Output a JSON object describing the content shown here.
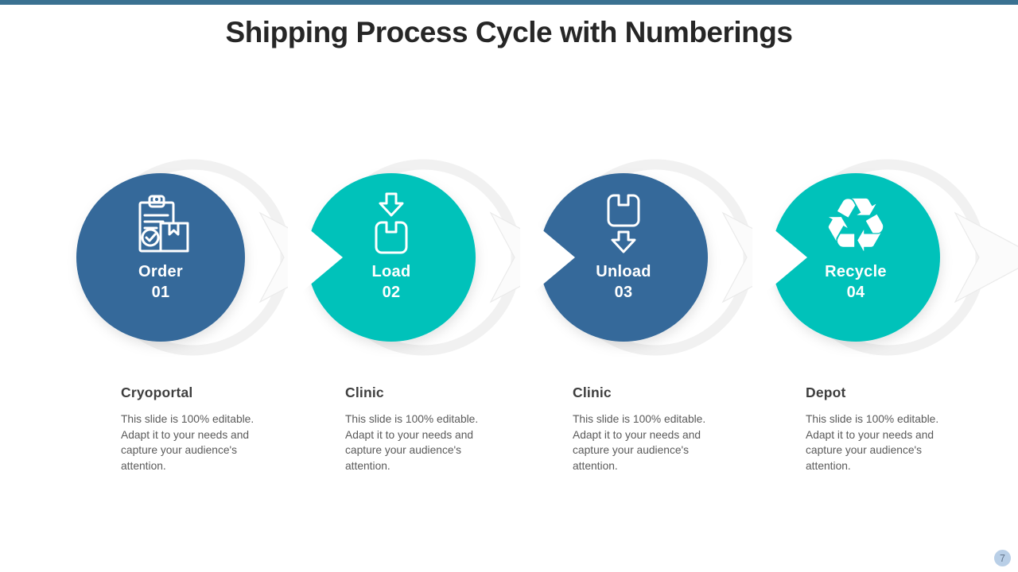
{
  "slide": {
    "title": "Shipping Process Cycle with Numberings",
    "page_number": "7",
    "icons": {
      "recycle_glyph": "♻"
    },
    "colors": {
      "top_bar": "#3A7191",
      "step_dark_blue": "#35699A",
      "step_teal": "#00C2BA",
      "ghost_ring": "#F1F1F1",
      "arrow_fill": "#FBFBFB",
      "title_text": "#262626",
      "heading_text": "#3E3E3E",
      "body_text": "#5A5A5A",
      "badge_bg": "#B9CFE7",
      "badge_text": "#61748A"
    },
    "steps": [
      {
        "label": "Order",
        "number": "01",
        "icon": "order-clipboard-icon",
        "heading": "Cryoportal",
        "description": "This slide is 100% editable. Adapt it to your needs and capture your audience's attention."
      },
      {
        "label": "Load",
        "number": "02",
        "icon": "load-box-icon",
        "heading": "Clinic",
        "description": "This slide is 100% editable. Adapt it to your needs and capture your audience's attention."
      },
      {
        "label": "Unload",
        "number": "03",
        "icon": "unload-box-icon",
        "heading": "Clinic",
        "description": "This slide is 100% editable. Adapt it to your needs and capture your audience's attention."
      },
      {
        "label": "Recycle",
        "number": "04",
        "icon": "recycle-icon",
        "heading": "Depot",
        "description": "This slide is 100% editable. Adapt it to your needs and capture your audience's attention."
      }
    ]
  }
}
